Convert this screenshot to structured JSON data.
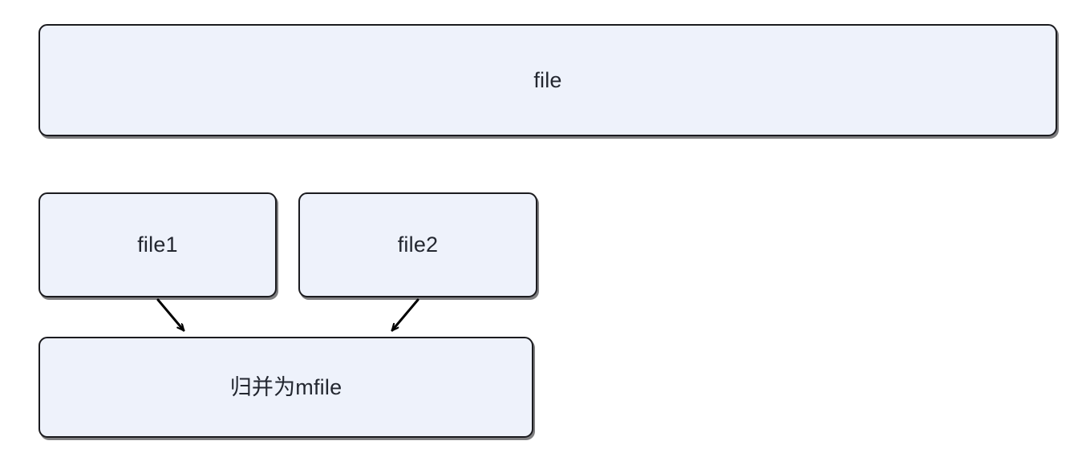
{
  "diagram": {
    "type": "flowchart",
    "background_color": "#ffffff",
    "node_fill_color": "#eef2fb",
    "node_border_color": "#1b1b1f",
    "node_text_color": "#232730",
    "edge_color": "#000000",
    "nodes": [
      {
        "id": "file",
        "label": "file",
        "role": "source-file"
      },
      {
        "id": "file1",
        "label": "file1",
        "role": "split-part-1"
      },
      {
        "id": "file2",
        "label": "file2",
        "role": "split-part-2"
      },
      {
        "id": "merge",
        "label": "归并为mfile",
        "role": "merge-result"
      }
    ],
    "edges": [
      {
        "id": "file1-to-merge",
        "from": "file1",
        "to": "merge",
        "label": "",
        "arrowhead": "end",
        "direction": "down-right"
      },
      {
        "id": "file2-to-merge",
        "from": "file2",
        "to": "merge",
        "label": "",
        "arrowhead": "end",
        "direction": "down-left"
      }
    ]
  }
}
